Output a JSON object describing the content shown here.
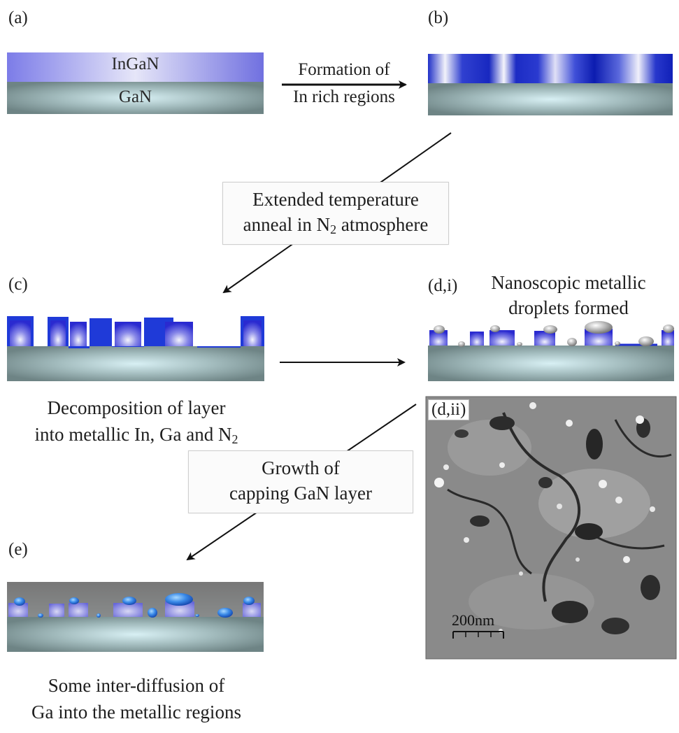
{
  "labels": {
    "a": "(a)",
    "b": "(b)",
    "c": "(c)",
    "di": "(d,i)",
    "dii": "(d,ii)",
    "e": "(e)"
  },
  "layers": {
    "ingan": "InGaN",
    "gan": "GaN"
  },
  "arrow_ab": {
    "line1": "Formation of",
    "line2": "In rich regions"
  },
  "anneal_box": {
    "line1": "Extended temperature",
    "line2_prefix": "anneal in N",
    "line2_sub": "2",
    "line2_suffix": " atmosphere"
  },
  "droplets": {
    "line1": "Nanoscopic metallic",
    "line2": "droplets formed"
  },
  "decomposition": {
    "line1": "Decomposition of layer",
    "line2_prefix": "into metallic In, Ga and N",
    "line2_sub": "2"
  },
  "capping_box": {
    "line1": "Growth of",
    "line2": "capping GaN layer"
  },
  "interdiffusion": {
    "line1": "Some inter-diffusion of",
    "line2": "Ga into the metallic regions"
  },
  "micrograph": {
    "scale_bar": "200nm"
  },
  "colors": {
    "gan": "#7f9a9b",
    "ingan_light": "#e4e4f8",
    "ingan_dark": "#1a2fd0",
    "arrow": "#111111"
  }
}
